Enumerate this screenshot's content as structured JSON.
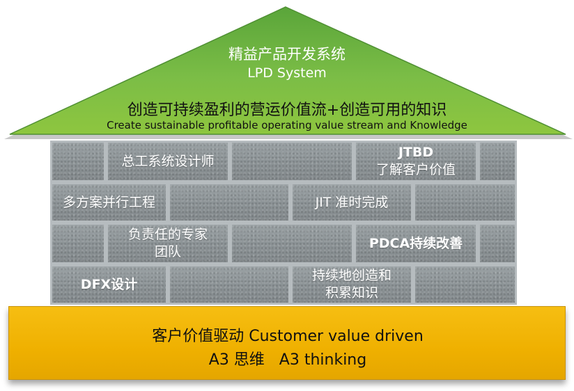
{
  "colors": {
    "roof_green": "#6ab04c",
    "roof_green_light": "#8ec63f",
    "brick_gray": "#8c9396",
    "mortar": "#b6bcbf",
    "foundation_gold": "#f0b100"
  },
  "roof": {
    "title_cn": "精益产品开发系统",
    "title_en": "LPD System",
    "goal_cn": "创造可持续盈利的营运价值流+创造可用的知识",
    "goal_en": "Create sustainable profitable operating value stream and Knowledge"
  },
  "wall": {
    "chief_engineer": "总工系统设计师",
    "jtbd_title": "JTBD",
    "jtbd_sub": "了解客户价值",
    "set_based": "多方案并行工程",
    "jit": "JIT 准时完成",
    "expert_team_l1": "负责任的专家",
    "expert_team_l2": "团队",
    "pdca": "PDCA持续改善",
    "dfx": "DFX设计",
    "knowledge_l1": "持续地创造和",
    "knowledge_l2": "积累知识"
  },
  "foundation": {
    "line1": "客户价值驱动 Customer value driven",
    "line2": "A3 思维   A3 thinking"
  }
}
